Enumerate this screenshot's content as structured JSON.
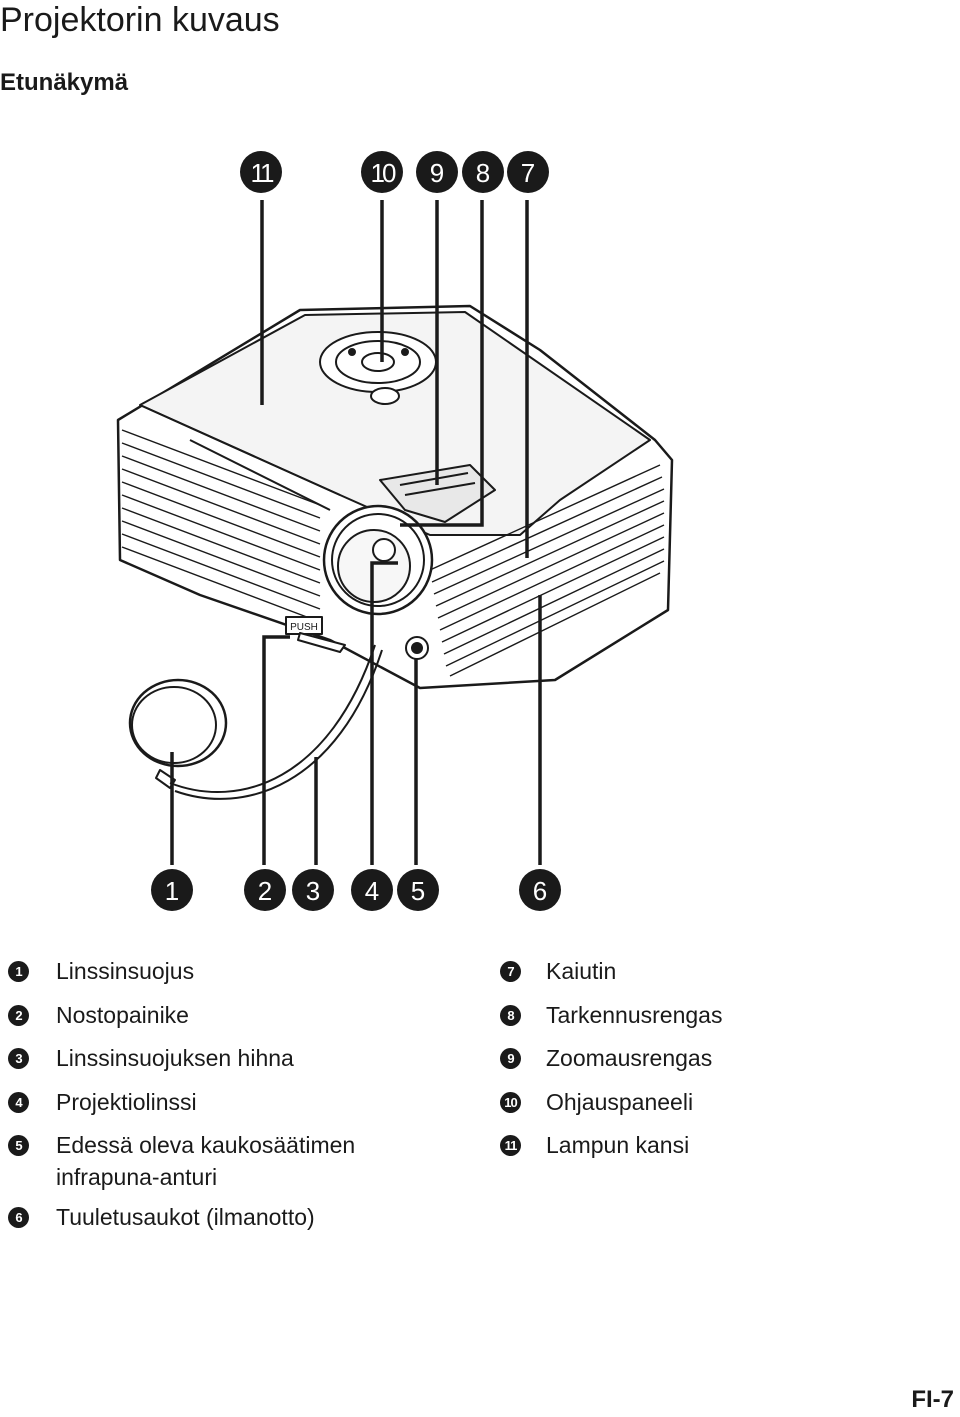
{
  "page": {
    "title": "Projektorin kuvaus",
    "subtitle": "Etunäkymä",
    "page_number": "FI-7"
  },
  "callouts": {
    "c1": "1",
    "c2": "2",
    "c3": "3",
    "c4": "4",
    "c5": "5",
    "c6": "6",
    "c7": "7",
    "c8": "8",
    "c9": "9",
    "c10": "10",
    "c11": "11"
  },
  "lens_cap_text": "PUSH",
  "legend": {
    "left": [
      {
        "num": "1",
        "text": "Linssinsuojus"
      },
      {
        "num": "2",
        "text": "Nostopainike"
      },
      {
        "num": "3",
        "text": "Linssinsuojuksen hihna"
      },
      {
        "num": "4",
        "text": "Projektiolinssi"
      },
      {
        "num": "5",
        "text": "Edessä oleva kaukosäätimen infrapuna-anturi"
      },
      {
        "num": "6",
        "text": "Tuuletusaukot (ilmanotto)"
      }
    ],
    "right": [
      {
        "num": "7",
        "text": "Kaiutin"
      },
      {
        "num": "8",
        "text": "Tarkennusrengas"
      },
      {
        "num": "9",
        "text": "Zoomausrengas"
      },
      {
        "num": "10",
        "text": "Ohjauspaneeli"
      },
      {
        "num": "11",
        "text": "Lampun kansi"
      }
    ]
  }
}
